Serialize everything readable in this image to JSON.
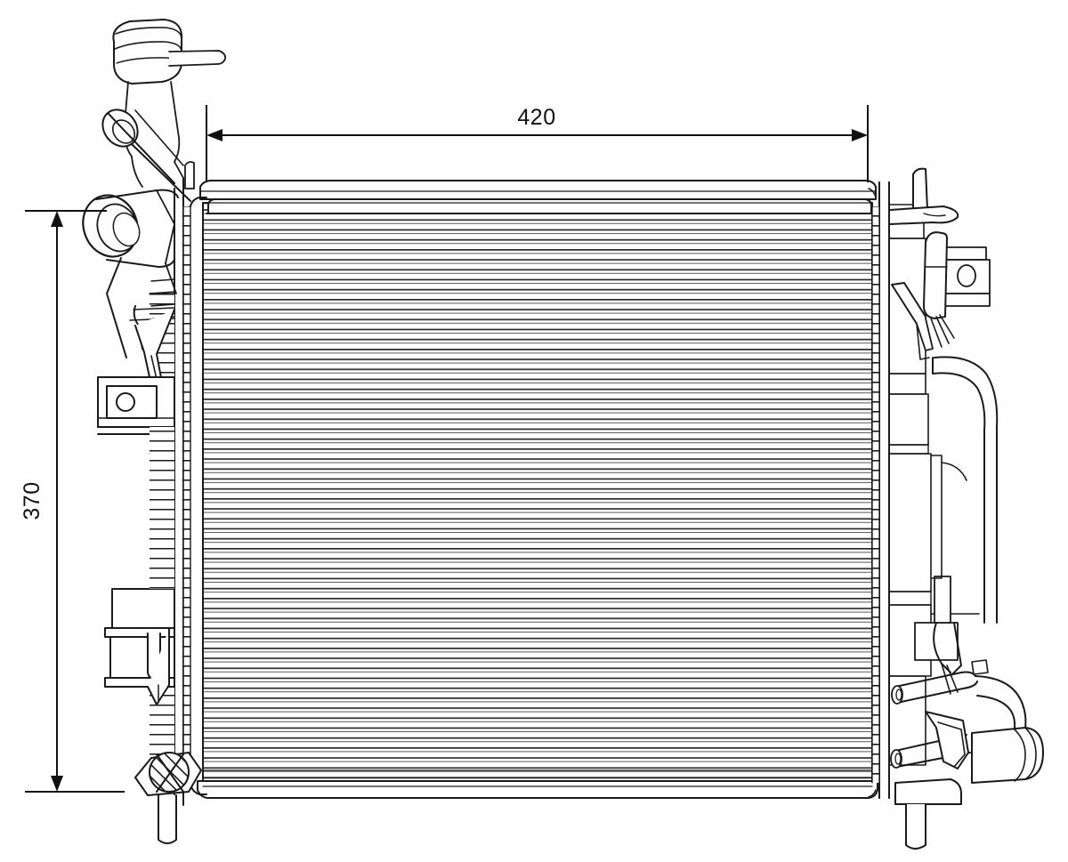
{
  "drawing": {
    "title": "Radiator assembly technical line drawing",
    "subject": "engine-cooling-radiator",
    "view": "front-elevation",
    "line_color": "#1a1a1a",
    "fill_color": "#ffffff",
    "background_color": "#ffffff"
  },
  "dimensions": {
    "width": {
      "label": "420",
      "orientation": "horizontal",
      "arrow_left": "left-arrowhead",
      "arrow_right": "right-arrowhead"
    },
    "height": {
      "label": "370",
      "orientation": "vertical",
      "text_rotation": "-90",
      "arrow_top": "up-arrowhead",
      "arrow_bottom": "down-arrowhead"
    }
  },
  "components": {
    "core": "radiator-core-fin-block",
    "top_tank": "upper-header-tank",
    "bottom_tank": "lower-header-tank",
    "left_tank": "left-side-tank",
    "right_tank": "right-side-tank",
    "filler_neck": "filler-neck-with-cap",
    "inlet_hose": "upper-inlet-hose-port",
    "outlet_hose": "lower-outlet-hose-port",
    "left_bracket_upper": "upper-left-mounting-bracket",
    "left_bracket_lower": "lower-left-mounting-bracket",
    "right_bracket_upper": "upper-right-mounting-bracket",
    "right_bracket_lower": "lower-right-mounting-bracket",
    "mounting_pin_top": "top-mounting-pin",
    "mounting_pin_bottom": "bottom-mounting-pin",
    "transmission_cooler_lines": "transmission-cooler-line-fittings"
  }
}
